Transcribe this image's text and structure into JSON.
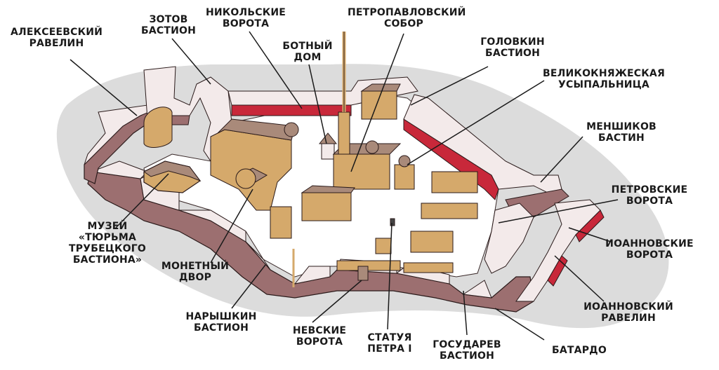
{
  "labels": {
    "alekseevsky": [
      "АЛЕКСЕЕВСКИЙ",
      "РАВЕЛИН"
    ],
    "zotov": [
      "ЗОТОВ",
      "БАСТИОН"
    ],
    "nikolskie": [
      "НИКОЛЬСКИЕ",
      "ВОРОТА"
    ],
    "botny": [
      "БОТНЫЙ",
      "ДОМ"
    ],
    "petropavlovsky": [
      "ПЕТРОПАВЛОВСКИЙ",
      "СОБОР"
    ],
    "golovkin": [
      "ГОЛОВКИН",
      "БАСТИОН"
    ],
    "usypalnitsa": [
      "ВЕЛИКОКНЯЖЕСКАЯ",
      "УСЫПАЛЬНИЦА"
    ],
    "menshikov": [
      "МЕНШИКОВ",
      "БАСТИН"
    ],
    "petrovskie": [
      "ПЕТРОВСКИЕ",
      "ВОРОТА"
    ],
    "ioannovskie": [
      "ИОАННОВСКИЕ",
      "ВОРОТА"
    ],
    "ioannovsky": [
      "ИОАННОВСКИЙ",
      "РАВЕЛИН"
    ],
    "batardo": [
      "БАТАРДО"
    ],
    "gosudarev": [
      "ГОСУДАРЕВ",
      "БАСТИОН"
    ],
    "statuya": [
      "СТАТУЯ",
      "ПЕТРА I"
    ],
    "nevskie": [
      "НЕВСКИЕ",
      "ВОРОТА"
    ],
    "naryshkin": [
      "НАРЫШКИН",
      "БАСТИОН"
    ],
    "monetny": [
      "МОНЕТНЫЙ",
      "ДВОР"
    ],
    "muzey": [
      "МУЗЕЙ",
      "«ТЮРЬМА",
      "ТРУБЕЦКОГО",
      "БАСТИОНА»"
    ]
  },
  "colors": {
    "island": "#dcdcdc",
    "wall_top": "#f3eaea",
    "wall_side": "#9c6f70",
    "wall_red": "#c8283a",
    "building_roof": "#a98a7a",
    "building_wall": "#d5a96b",
    "ground": "#ffffff",
    "leader": "#1a1a1a"
  }
}
